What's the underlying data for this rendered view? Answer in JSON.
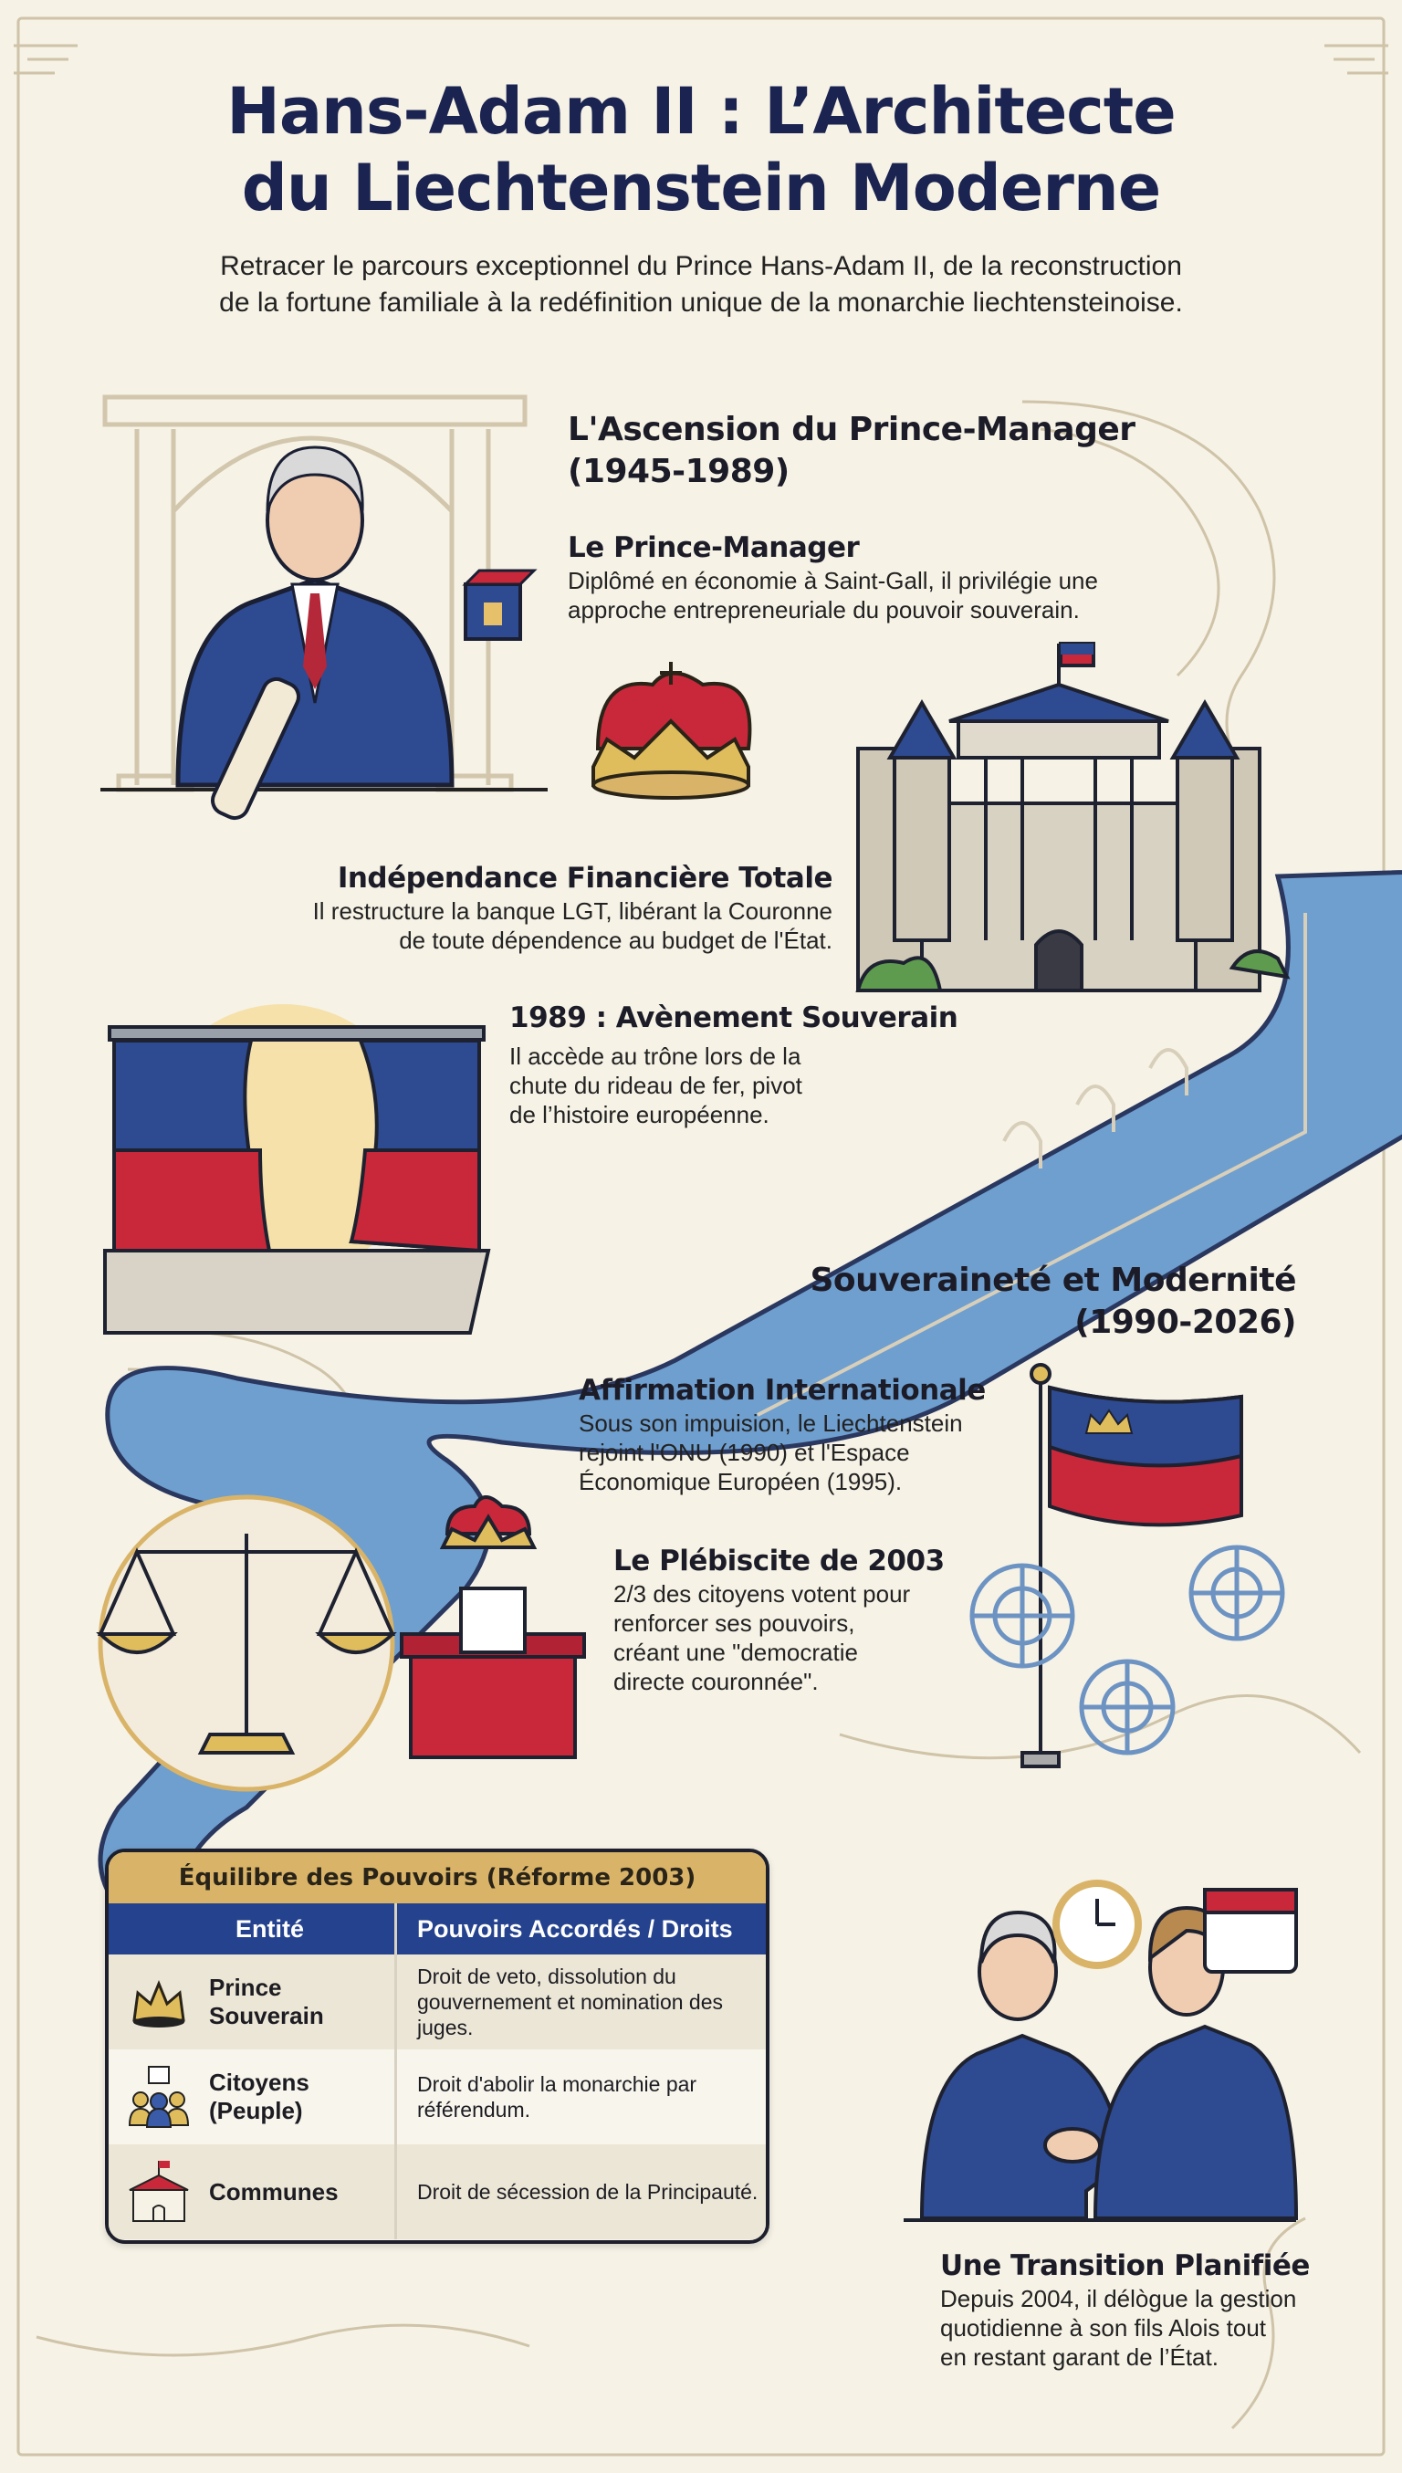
{
  "header": {
    "title_line1": "Hans-Adam II : L’Architecte",
    "title_line2": "du Liechtenstein Moderne",
    "subtitle_line1": "Retracer le parcours exceptionnel du Prince Hans-Adam II, de la reconstruction",
    "subtitle_line2": "de la fortune familiale à la redéfinition unique de la monarchie liechtensteinoise."
  },
  "section1": {
    "title_line1": "L'Ascension du Prince-Manager",
    "title_line2": "(1945-1989)",
    "items": [
      {
        "title": "Le Prince-Manager",
        "lines": [
          "Diplômé en économie à Saint-Gall, il privilégie une",
          "approche entrepreneuriale du pouvoir souverain."
        ]
      },
      {
        "title": "Indépendance Financière Totale",
        "lines": [
          "Il restructure la banque LGT, libérant la Couronne",
          "de toute dépendence au budget de l'État."
        ]
      },
      {
        "title": "1989 : Avènement Souverain",
        "lines": [
          "Il accède au trône lors de la",
          "chute du rideau de fer, pivot",
          "de l’histoire européenne."
        ]
      }
    ]
  },
  "section2": {
    "title_line1": "Souveraineté et Modernité",
    "title_line2": "(1990-2026)",
    "items": [
      {
        "title": "Affirmation Internationale",
        "lines": [
          "Sous son impuision, le Liechtenstein",
          "rejoint l'ONU (1990) et l'Espace",
          "Économique Européen (1995)."
        ]
      },
      {
        "title": "Le Plébiscite de 2003",
        "lines": [
          "2/3 des citoyens votent pour",
          "renforcer ses pouvoirs,",
          "créant une \"democratie",
          "directe couronnée\"."
        ]
      }
    ]
  },
  "table": {
    "caption": "Équilibre des Pouvoirs (Réforme 2003)",
    "headers": [
      "Entité",
      "Pouvoirs Accordés / Droits"
    ],
    "rows": [
      {
        "icon": "crown-icon",
        "entity_line1": "Prince",
        "entity_line2": "Souverain",
        "powers": "Droit de veto, dissolution du gouvernement et nomination des juges."
      },
      {
        "icon": "citizens-icon",
        "entity_line1": "Citoyens",
        "entity_line2": "(Peuple)",
        "powers": "Droit d'abolir la monarchie par référendum."
      },
      {
        "icon": "town-hall-icon",
        "entity_line1": "Communes",
        "entity_line2": "",
        "powers": "Droit de sécession de la Principauté."
      }
    ]
  },
  "transition": {
    "title": "Une Transition Planifiée",
    "lines": [
      "Depuis 2004, il délògue la gestion",
      "quotidienne à son fils Alois tout",
      "en restant garant de l’État."
    ]
  },
  "colors": {
    "navy": "#1b2350",
    "blue": "#25428e",
    "red": "#c8283a",
    "gold": "#d9b468",
    "river": "#6f9fcf",
    "paper": "#f6f2e6"
  }
}
